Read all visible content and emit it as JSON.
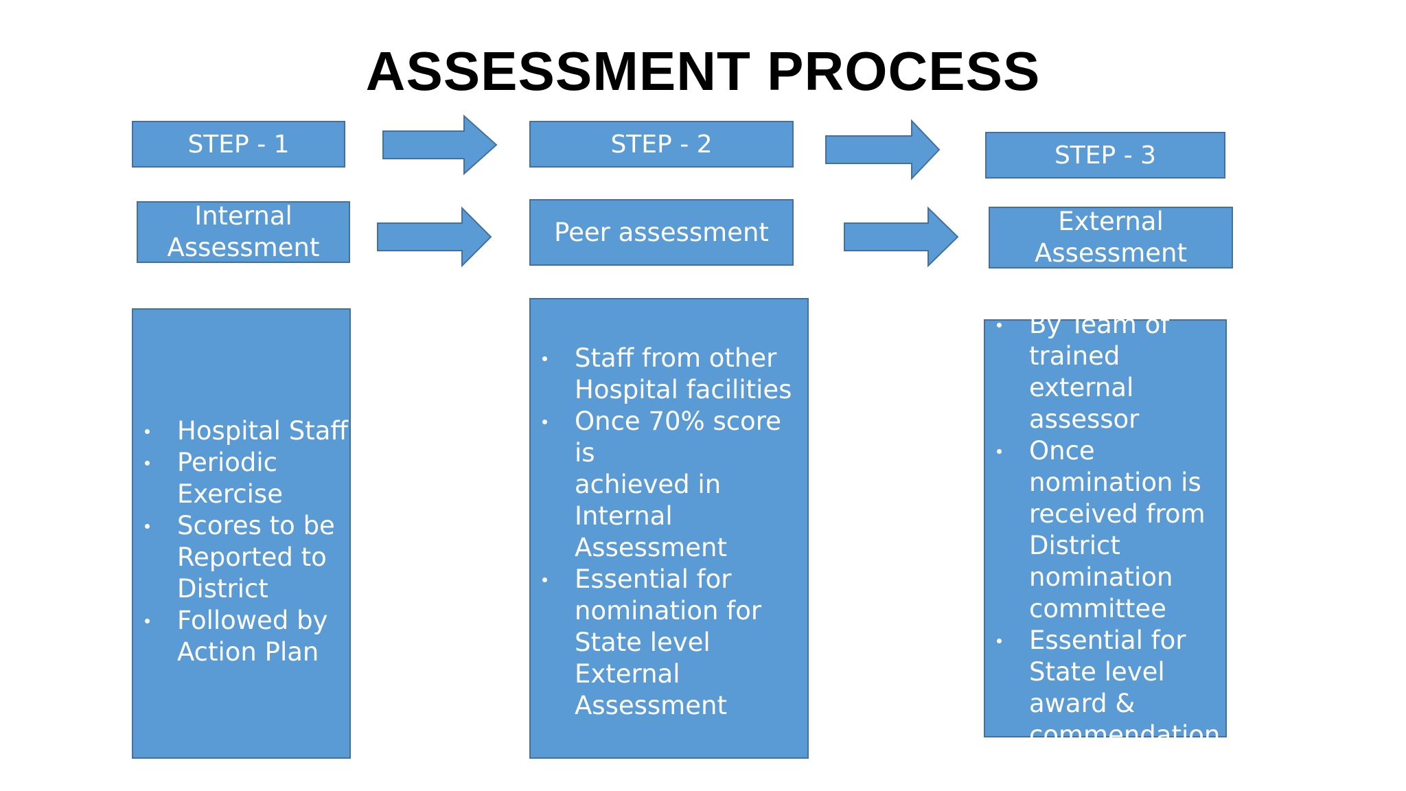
{
  "title": "ASSESSMENT PROCESS",
  "colors": {
    "box_fill": "#5b9bd5",
    "box_border": "#41719c",
    "text": "#ffffff"
  },
  "steps": [
    {
      "step": "STEP - 1",
      "label_lines": [
        "Internal",
        "Assessment"
      ],
      "details": [
        {
          "lines": [
            "Hospital Staff"
          ]
        },
        {
          "lines": [
            "Periodic",
            "Exercise"
          ]
        },
        {
          "lines": [
            "Scores to be",
            "Reported to",
            "District"
          ]
        },
        {
          "lines": [
            "Followed by",
            "Action Plan"
          ]
        }
      ]
    },
    {
      "step": "STEP - 2",
      "label_lines": [
        "Peer assessment"
      ],
      "details": [
        {
          "lines": [
            "Staff from other",
            "Hospital facilities"
          ]
        },
        {
          "lines": [
            "Once 70% score is",
            "achieved in",
            "Internal",
            "Assessment"
          ]
        },
        {
          "lines": [
            "Essential for",
            "nomination for",
            "State level External",
            "Assessment"
          ]
        }
      ]
    },
    {
      "step": "STEP - 3",
      "label_lines": [
        "External",
        "Assessment"
      ],
      "details": [
        {
          "lines": [
            "By Team of",
            "trained external",
            "assessor"
          ]
        },
        {
          "lines": [
            "Once",
            "nomination is",
            "received from",
            "District",
            "nomination",
            "committee"
          ]
        },
        {
          "lines": [
            "Essential for",
            "State level",
            "award &",
            "commendation"
          ]
        }
      ]
    }
  ]
}
